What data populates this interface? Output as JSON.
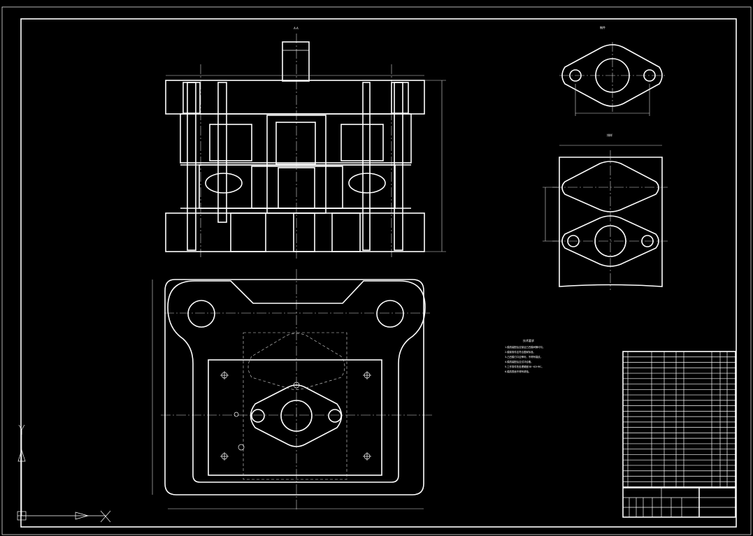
{
  "colors": {
    "background": "#000000",
    "lines": "#ffffff",
    "center_lines": "#d8d8d8"
  },
  "drawing": {
    "main_view_label": "A-A",
    "part_view_label": "制件",
    "strip_label": "排样"
  },
  "notes": {
    "title": "技术要求",
    "lines": [
      "1.模具装配后应保证凸凹模间隙均匀。",
      "2.模架零件应符合国家标准。",
      "3.凸凹模刃口应锋利，不得有裂纹。",
      "4.模具装配后应试冲合格。",
      "5.工作零件热处理硬度58~62HRC。",
      "6.模具表面不得有锈蚀。"
    ]
  },
  "ucs": {
    "x_label": "X",
    "y_label": "Y"
  }
}
